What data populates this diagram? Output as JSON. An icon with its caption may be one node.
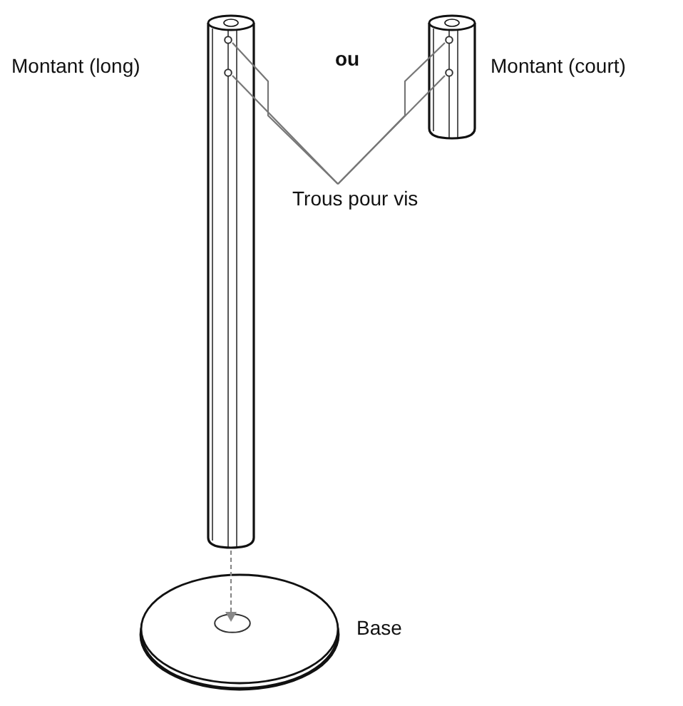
{
  "diagram": {
    "nodes": [
      {
        "text": [],
        "shape": "cylinder",
        "beside": [
          "Montant (long)"
        ]
      },
      {
        "text": [],
        "shape": "cylinder",
        "beside": [
          "Montant (court)"
        ]
      },
      {
        "text": [],
        "shape": "circle",
        "in": 0
      },
      {
        "text": [],
        "shape": "circle",
        "in": 0
      },
      {
        "text": [],
        "shape": "circle",
        "in": 1
      },
      {
        "text": [],
        "shape": "circle",
        "in": 1
      },
      {
        "text": [
          "Trous pour vis"
        ]
      },
      {
        "text": [],
        "shape": "disc",
        "beside": [
          "Base"
        ]
      },
      {
        "text": [],
        "shape": "circle",
        "in": 7
      }
    ],
    "edges": [
      {
        "from": 6,
        "to": 2,
        "arrow": "none",
        "color": "#777777"
      },
      {
        "from": 6,
        "to": 3,
        "arrow": "none",
        "color": "#777777"
      },
      {
        "from": 6,
        "to": 4,
        "arrow": "none",
        "color": "#777777"
      },
      {
        "from": 6,
        "to": 5,
        "arrow": "none",
        "color": "#777777"
      },
      {
        "from": 0,
        "to": 8,
        "arrow": "to",
        "style": "dashed",
        "color": "#888888"
      }
    ],
    "labels": [
      "ou"
    ]
  }
}
